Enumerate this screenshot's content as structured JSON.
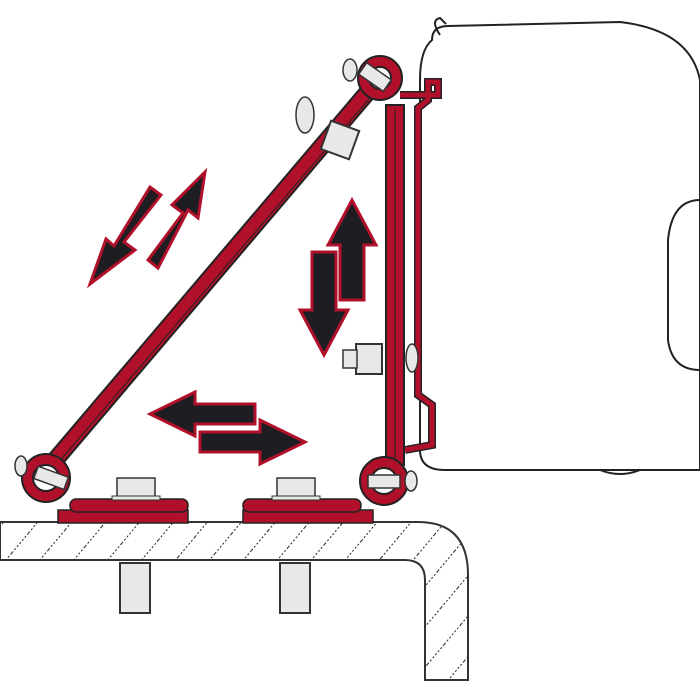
{
  "diagram": {
    "colors": {
      "bracket": "#b0102a",
      "outline": "#2a2a2a",
      "arrow_fill": "#1e1e22",
      "bolt_fill": "#e8e8e8",
      "background": "#ffffff"
    },
    "arrows": [
      "diagonal-double-arrow",
      "vertical-double-arrow",
      "horizontal-double-arrow"
    ]
  }
}
